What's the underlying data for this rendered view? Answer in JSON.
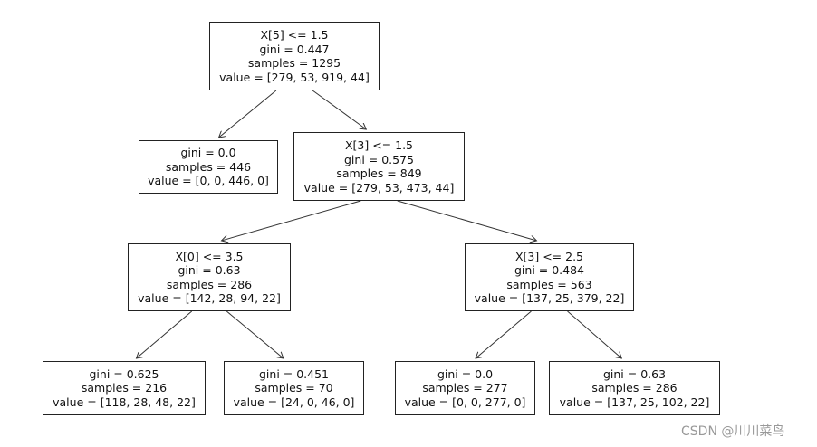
{
  "tree": {
    "nodes": [
      {
        "id": "n0",
        "lines": [
          "X[5] <= 1.5",
          "gini = 0.447",
          "samples = 1295",
          "value = [279, 53, 919, 44]"
        ]
      },
      {
        "id": "n1",
        "lines": [
          "gini = 0.0",
          "samples = 446",
          "value = [0, 0, 446, 0]"
        ]
      },
      {
        "id": "n2",
        "lines": [
          "X[3] <= 1.5",
          "gini = 0.575",
          "samples = 849",
          "value = [279, 53, 473, 44]"
        ]
      },
      {
        "id": "n3",
        "lines": [
          "X[0] <= 3.5",
          "gini = 0.63",
          "samples = 286",
          "value = [142, 28, 94, 22]"
        ]
      },
      {
        "id": "n4",
        "lines": [
          "X[3] <= 2.5",
          "gini = 0.484",
          "samples = 563",
          "value = [137, 25, 379, 22]"
        ]
      },
      {
        "id": "n5",
        "lines": [
          "gini = 0.625",
          "samples = 216",
          "value = [118, 28, 48, 22]"
        ]
      },
      {
        "id": "n6",
        "lines": [
          "gini = 0.451",
          "samples = 70",
          "value = [24, 0, 46, 0]"
        ]
      },
      {
        "id": "n7",
        "lines": [
          "gini = 0.0",
          "samples = 277",
          "value = [0, 0, 277, 0]"
        ]
      },
      {
        "id": "n8",
        "lines": [
          "gini = 0.63",
          "samples = 286",
          "value = [137, 25, 102, 22]"
        ]
      }
    ],
    "edges": [
      [
        "n0",
        "n1"
      ],
      [
        "n0",
        "n2"
      ],
      [
        "n2",
        "n3"
      ],
      [
        "n2",
        "n4"
      ],
      [
        "n3",
        "n5"
      ],
      [
        "n3",
        "n6"
      ],
      [
        "n4",
        "n7"
      ],
      [
        "n4",
        "n8"
      ]
    ]
  },
  "watermark": "CSDN @川川菜鸟"
}
